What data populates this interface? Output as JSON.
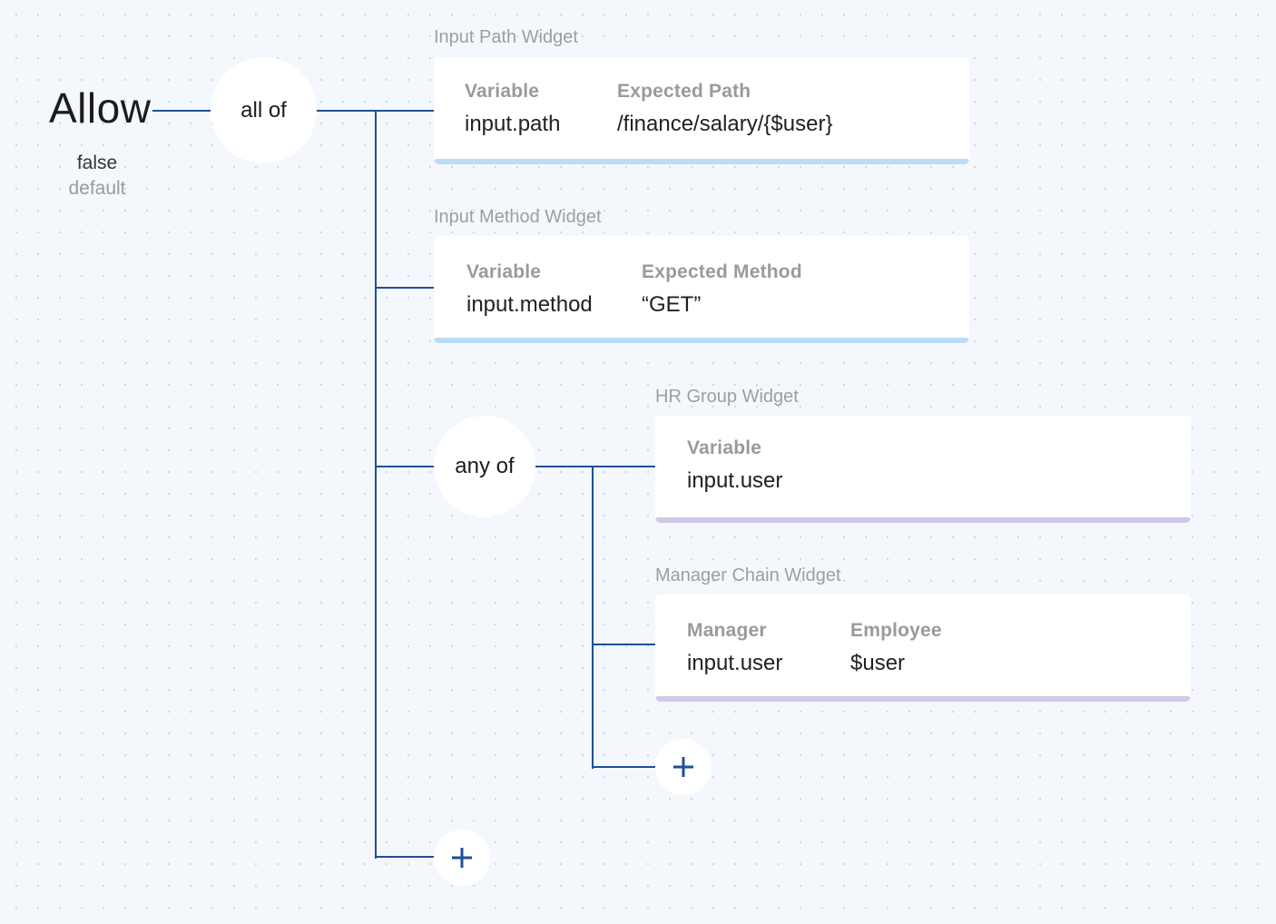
{
  "rule": {
    "name": "Allow",
    "default_value": "false",
    "default_label": "default"
  },
  "root_operator": "all of",
  "widgets": {
    "input_path": {
      "title": "Input Path Widget",
      "fields": [
        {
          "label": "Variable",
          "value": "input.path"
        },
        {
          "label": "Expected Path",
          "value": "/finance/salary/{$user}"
        }
      ]
    },
    "input_method": {
      "title": "Input Method Widget",
      "fields": [
        {
          "label": "Variable",
          "value": "input.method"
        },
        {
          "label": "Expected Method",
          "value": "“GET”"
        }
      ]
    },
    "hr_group": {
      "title": "HR Group Widget",
      "fields": [
        {
          "label": "Variable",
          "value": "input.user"
        }
      ]
    },
    "manager_chain": {
      "title": "Manager Chain Widget",
      "fields": [
        {
          "label": "Manager",
          "value": "input.user"
        },
        {
          "label": "Employee",
          "value": "$user"
        }
      ]
    }
  },
  "nested_operator": "any of",
  "icons": {
    "add_nested": "plus-icon",
    "add_root": "plus-icon"
  },
  "colors": {
    "connector": "#1f4f96",
    "accent_blue": "#bcdcf5",
    "accent_purple": "#d3c8e8",
    "background": "#f4f8fc"
  }
}
